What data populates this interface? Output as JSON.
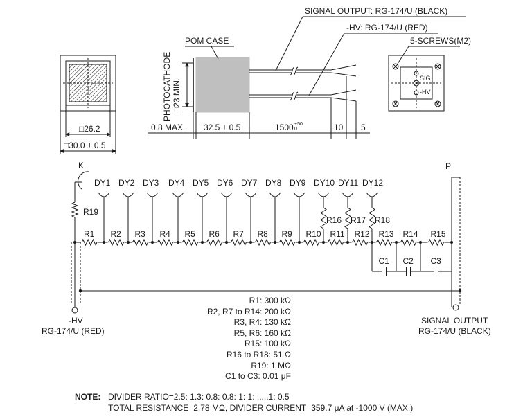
{
  "mechanical": {
    "front_inner_dim": "□26.2",
    "front_outer_dim": "□30.0 ± 0.5",
    "pom_case": "POM CASE",
    "photocathode_label": "PHOTOCATHODE",
    "photocathode_size": "□23 MIN.",
    "dim_0_8": "0.8 MAX.",
    "dim_32_5": "32.5 ± 0.5",
    "dim_1500": "1500",
    "dim_1500_tol_plus": "+50",
    "dim_1500_tol_minus": "0",
    "dim_10": "10",
    "dim_5": "5",
    "signal_output_cable": "SIGNAL OUTPUT: RG-174/U (BLACK)",
    "hv_cable": "-HV: RG-174/U (RED)",
    "screws": "5-SCREWS(M2)",
    "sig_pin": "SIG",
    "hv_pin": "-HV"
  },
  "circuit": {
    "cathode": "K",
    "anode": "P",
    "dynodes": [
      "DY1",
      "DY2",
      "DY3",
      "DY4",
      "DY5",
      "DY6",
      "DY7",
      "DY8",
      "DY9",
      "DY10",
      "DY11",
      "DY12"
    ],
    "divider_resistors": [
      "R1",
      "R2",
      "R3",
      "R4",
      "R5",
      "R6",
      "R7",
      "R8",
      "R9",
      "R10",
      "R11",
      "R12",
      "R13",
      "R14",
      "R15"
    ],
    "r19": "R19",
    "damping_resistors": [
      "R16",
      "R17",
      "R18"
    ],
    "capacitors": [
      "C1",
      "C2",
      "C3"
    ],
    "hv_label": "-HV",
    "hv_cable": "RG-174/U (RED)",
    "signal_label": "SIGNAL OUTPUT",
    "signal_cable": "RG-174/U (BLACK)"
  },
  "values": [
    "R1: 300 kΩ",
    "R2, R7 to R14: 200 kΩ",
    "R3, R4: 130 kΩ",
    "R5, R6: 160 kΩ",
    "R15: 100 kΩ",
    "R16 to R18: 51 Ω",
    "R19: 1 MΩ",
    "C1 to C3: 0.01 μF"
  ],
  "note": {
    "label": "NOTE:",
    "line1": "DIVIDER RATIO=2.5: 1.3: 0.8: 0.8: 1: 1: .....1: 0.5",
    "line2": "TOTAL RESISTANCE=2.78 MΩ,  DIVIDER CURRENT=359.7 μA at -1000 V (MAX.)"
  }
}
